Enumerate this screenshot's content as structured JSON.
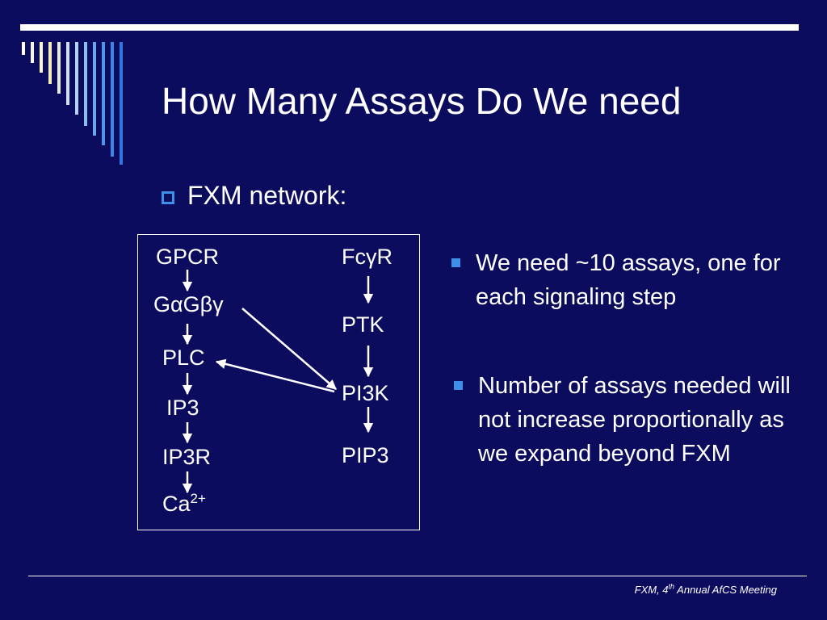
{
  "slide": {
    "title": "How Many Assays Do We need",
    "main_bullet": "FXM network:",
    "right_bullets": [
      "We need ~10 assays, one for each signaling step",
      "Number of assays needed will not increase proportionally as we expand beyond FXM"
    ],
    "footer": {
      "pre": "FXM, 4",
      "sup": "th",
      "post": " Annual AfCS Meeting"
    }
  },
  "diagram": {
    "left_chain": {
      "gpcr": "GPCR",
      "gag": "GαGβγ",
      "plc": "PLC",
      "ip3": "IP3",
      "ip3r": "IP3R",
      "ca_base": "Ca",
      "ca_sup": "2+"
    },
    "right_chain": {
      "fcgr": "FcγR",
      "ptk": "PTK",
      "pi3k": "PI3K",
      "pip3": "PIP3"
    }
  },
  "colors": {
    "background": "#0c0c5e",
    "accent": "#3d8fe8",
    "text": "#ffffff"
  }
}
